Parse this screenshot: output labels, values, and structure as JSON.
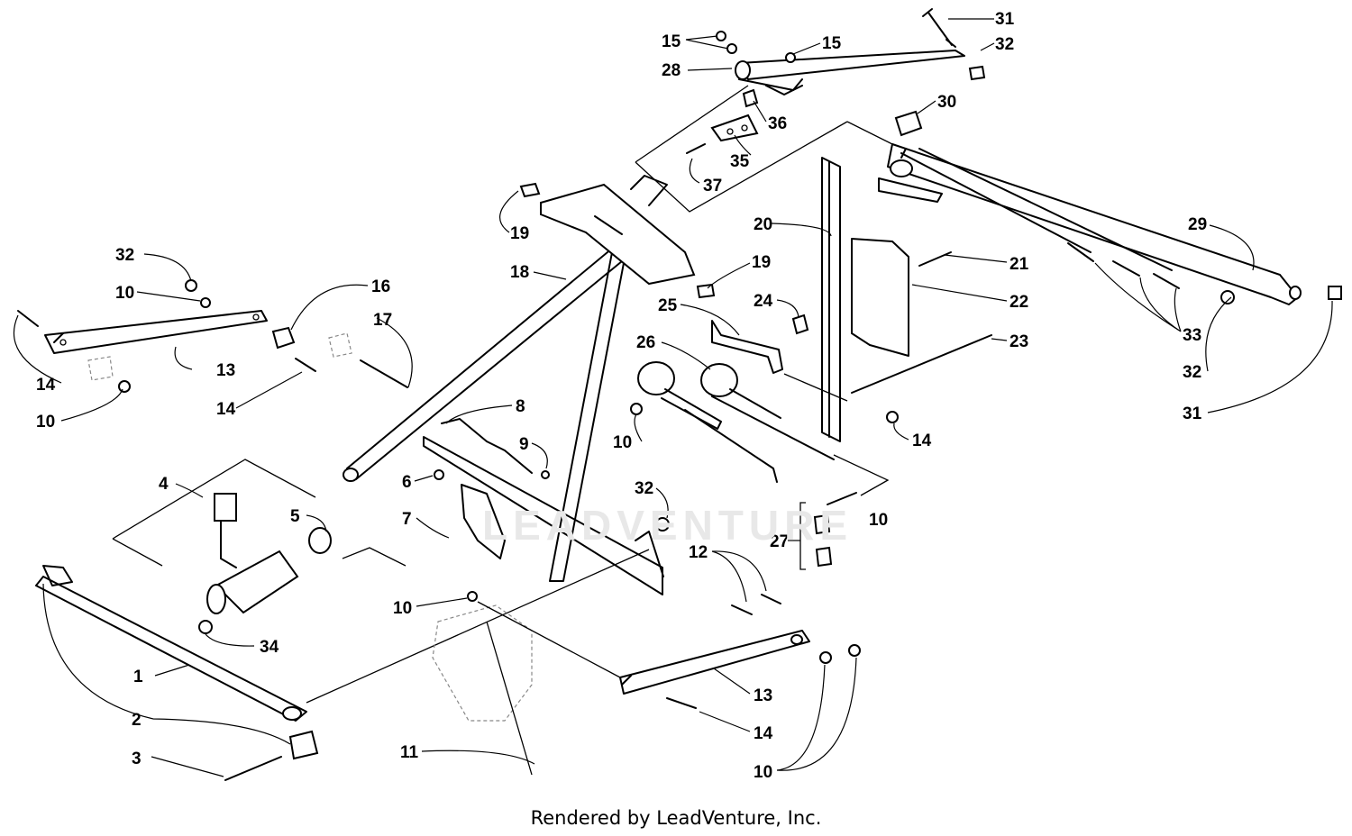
{
  "footer": {
    "text": "Rendered by LeadVenture, Inc."
  },
  "watermark": {
    "text": "LEADVENTURE"
  },
  "callouts": [
    "31",
    "32",
    "15",
    "15",
    "28",
    "30",
    "36",
    "35",
    "37",
    "20",
    "29",
    "19",
    "19",
    "18",
    "21",
    "22",
    "25",
    "24",
    "23",
    "26",
    "33",
    "32",
    "31",
    "16",
    "32",
    "10",
    "17",
    "13",
    "14",
    "14",
    "10",
    "8",
    "9",
    "6",
    "7",
    "4",
    "5",
    "32",
    "10",
    "12",
    "27",
    "10",
    "14",
    "34",
    "1",
    "2",
    "3",
    "10",
    "11",
    "13",
    "14",
    "10"
  ],
  "colors": {
    "line": "#000000",
    "ghost": "#888888",
    "watermark": "#e8e8e8"
  }
}
